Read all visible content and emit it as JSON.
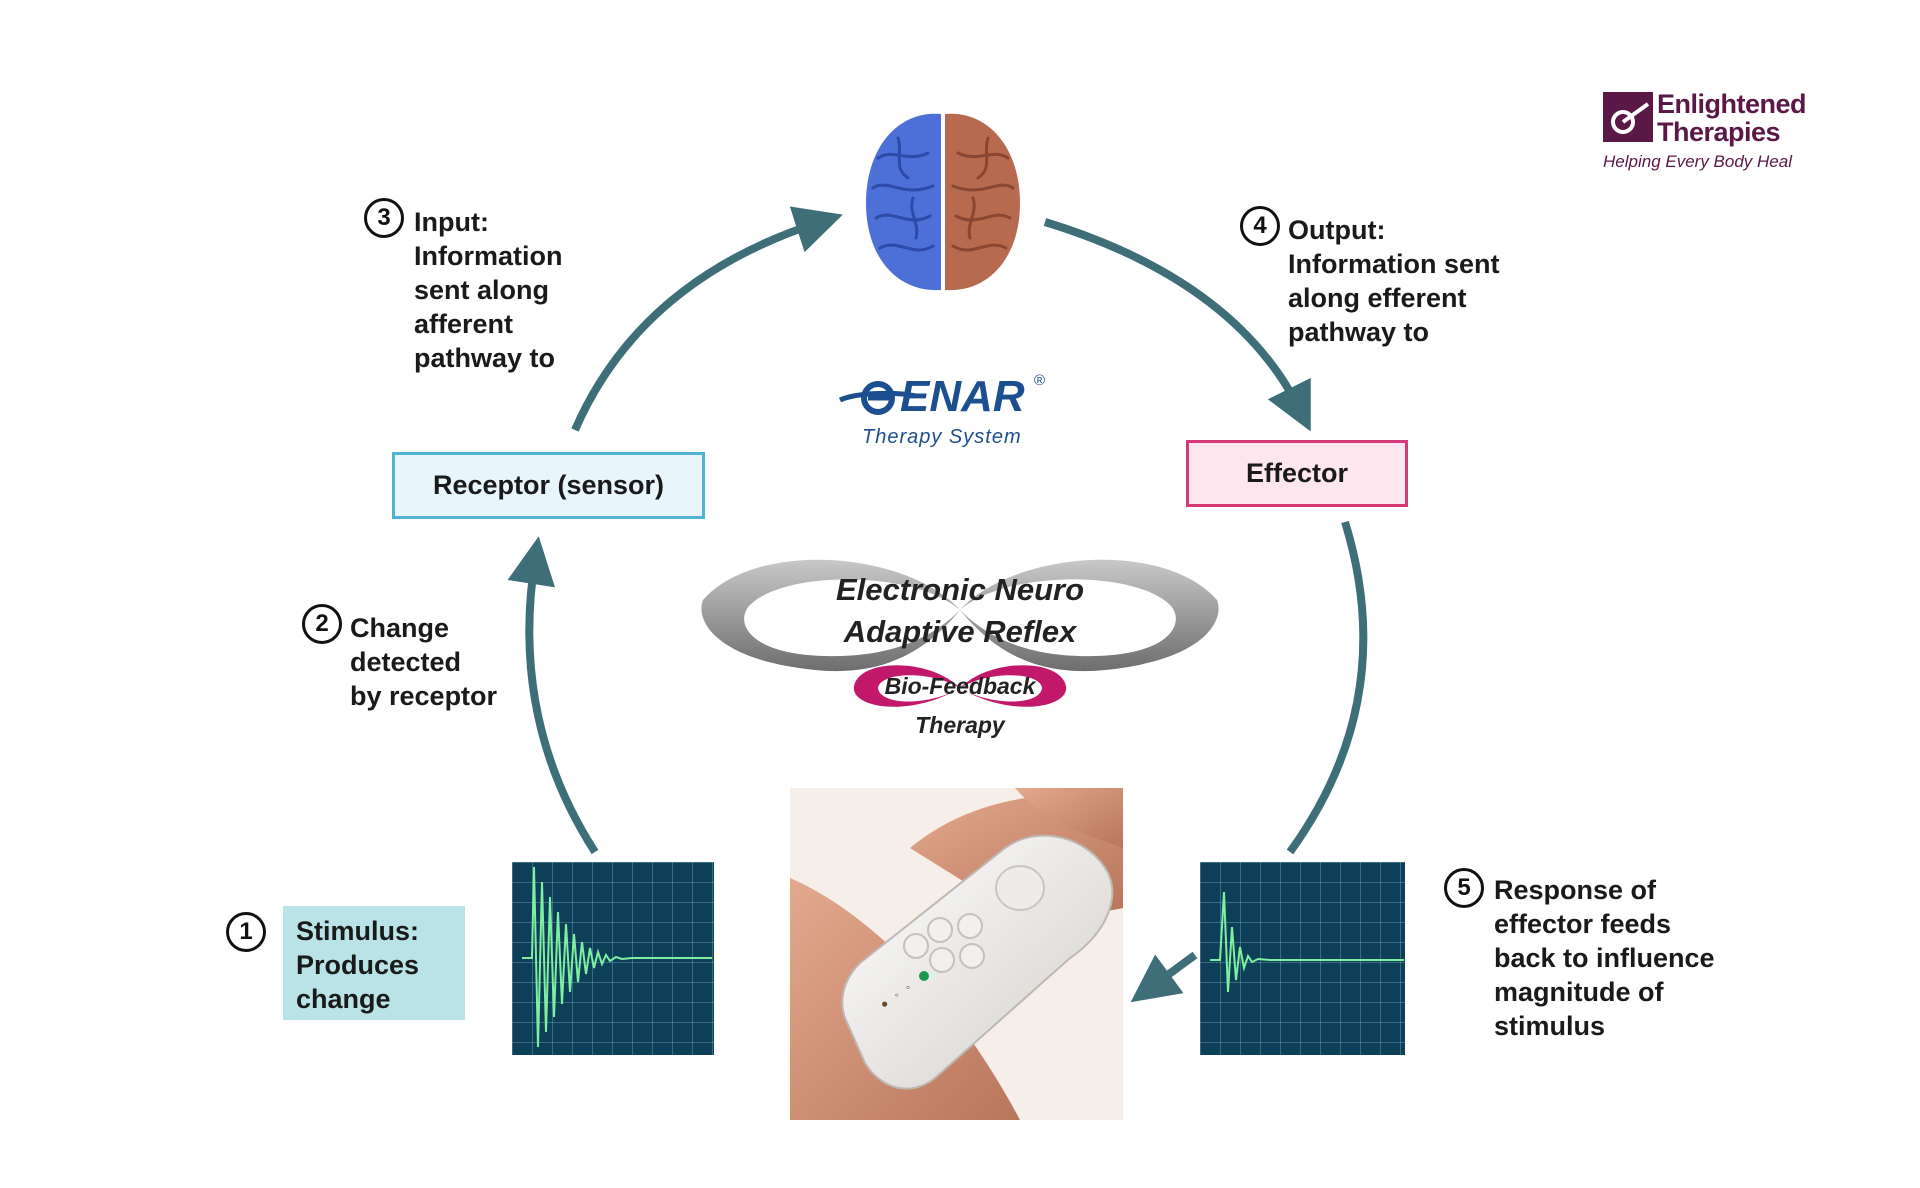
{
  "brand": {
    "line1": "Enlightened",
    "line2": "Therapies",
    "tagline": "Helping Every Body Heal"
  },
  "enar_logo": {
    "name": "ENAR",
    "registered": "®",
    "subtitle": "Therapy System"
  },
  "center_logo": {
    "line1": "Electronic Neuro",
    "line2": "Adaptive Reflex",
    "badge": "Bio-Feedback",
    "badge_sub": "Therapy"
  },
  "boxes": {
    "receptor": "Receptor (sensor)",
    "effector": "Effector"
  },
  "steps": [
    {
      "num": "1",
      "lines": [
        "Stimulus:",
        "Produces",
        "change"
      ]
    },
    {
      "num": "2",
      "lines": [
        "Change",
        "detected",
        "by receptor"
      ]
    },
    {
      "num": "3",
      "lines": [
        "Input:",
        "Information",
        "sent along",
        "afferent",
        "pathway to"
      ]
    },
    {
      "num": "4",
      "lines": [
        "Output:",
        "Information sent",
        "along efferent",
        "pathway to"
      ]
    },
    {
      "num": "5",
      "lines": [
        "Response of",
        "effector feeds",
        "back to influence",
        "magnitude of",
        "stimulus"
      ]
    }
  ],
  "device_leds": "● ◦ ◦",
  "colors": {
    "arrow": "#3e6e78",
    "receptor_border": "#4fb3d4",
    "receptor_fill": "#e8f6fb",
    "effector_border": "#d63a7a",
    "effector_fill": "#fde6ee",
    "stimulus_fill": "#b9e3e6",
    "brand": "#5a1846",
    "enar_blue": "#1b4f8f",
    "scope_bg": "#0d3f58",
    "trace": "#7ff0a0"
  }
}
